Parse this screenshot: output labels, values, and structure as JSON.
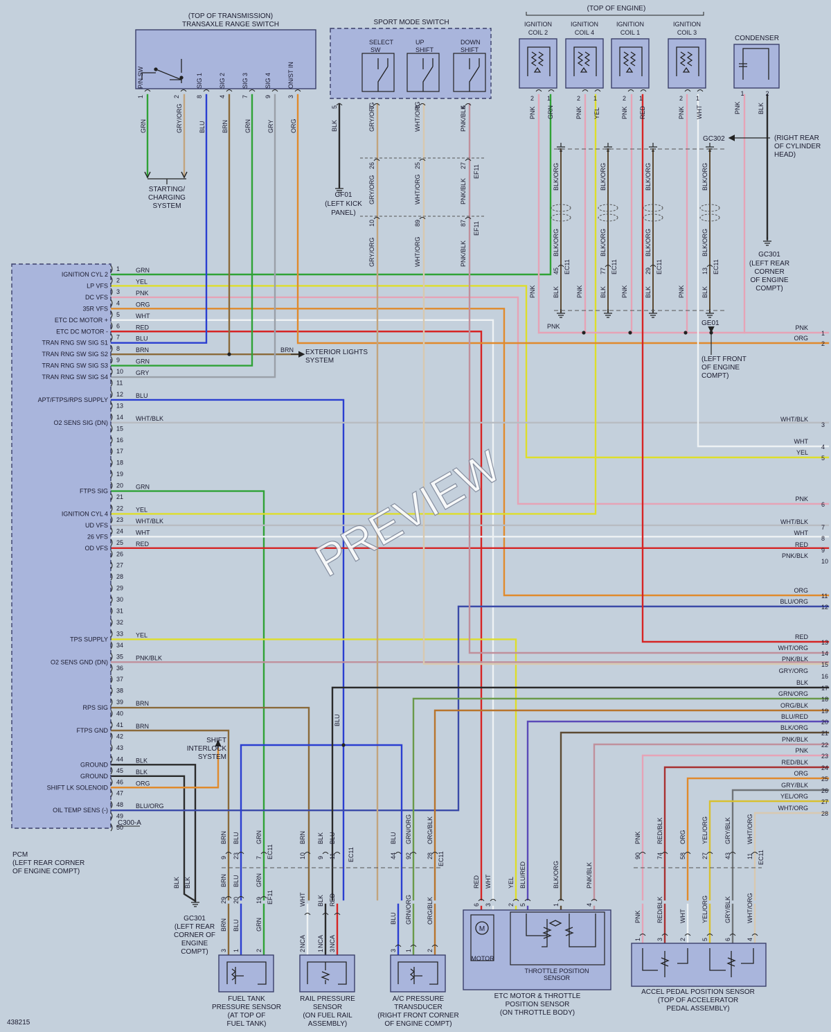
{
  "diagram_id": "438215",
  "watermark": "PREVIEW",
  "top_of_engine": "(TOP OF ENGINE)",
  "trs": {
    "title_line1": "(TOP OF TRANSMISSION)",
    "title_line2": "TRANSAXLE RANGE SWITCH",
    "pins": [
      {
        "pin": "1",
        "name": "P/N SW",
        "color": "GRN"
      },
      {
        "pin": "2",
        "name": "",
        "color": "GRY/ORG"
      },
      {
        "pin": "8",
        "name": "SIG 1",
        "color": "BLU"
      },
      {
        "pin": "4",
        "name": "SIG 2",
        "color": "BRN"
      },
      {
        "pin": "7",
        "name": "SIG 3",
        "color": "GRN"
      },
      {
        "pin": "9",
        "name": "SIG 4",
        "color": "GRY"
      },
      {
        "pin": "3",
        "name": "ON/ST IN",
        "color": "ORG"
      }
    ]
  },
  "starting_system": [
    "STARTING/",
    "CHARGING",
    "SYSTEM"
  ],
  "sport": {
    "title": "SPORT MODE SWITCH",
    "select": [
      "SELECT",
      "SW"
    ],
    "up": [
      "UP",
      "SHIFT"
    ],
    "down": [
      "DOWN",
      "SHIFT"
    ],
    "pins": [
      {
        "pin": "5",
        "color": "BLK"
      },
      {
        "pin": "7",
        "color": "GRY/ORG",
        "ef": "26",
        "pcm": "10"
      },
      {
        "pin": "8",
        "color": "WHT/ORG",
        "ef": "25",
        "pcm": "89"
      },
      {
        "pin": "6",
        "color": "PNK/BLK",
        "ef": "27",
        "pcm": "87"
      }
    ],
    "ef_label": "EF11"
  },
  "gf01": [
    "GF01",
    "(LEFT KICK",
    "PANEL)"
  ],
  "coils": [
    {
      "title": [
        "IGNITION",
        "COIL 2"
      ],
      "c1": "PNK",
      "c2": "GRN",
      "pin": "45"
    },
    {
      "title": [
        "IGNITION",
        "COIL 4"
      ],
      "c1": "PNK",
      "c2": "YEL",
      "pin": "77"
    },
    {
      "title": [
        "IGNITION",
        "COIL 1"
      ],
      "c1": "PNK",
      "c2": "RED",
      "pin": "29"
    },
    {
      "title": [
        "IGNITION",
        "COIL 3"
      ],
      "c1": "PNK",
      "c2": "WHT",
      "pin": "13"
    }
  ],
  "coil_ground_color": "BLK/ORG",
  "coil_ground_blk": "BLK",
  "ec11": "EC11",
  "condenser": {
    "title": "CONDENSER",
    "c1": "PNK",
    "c2": "BLK"
  },
  "gc302": {
    "label": "GC302",
    "desc": [
      "(RIGHT REAR",
      "OF CYLINDER",
      "HEAD)"
    ]
  },
  "gc301_top": [
    "GC301",
    "(LEFT REAR",
    "CORNER",
    "OF ENGINE",
    "COMPT)"
  ],
  "ge01": {
    "label": "GE01",
    "desc": [
      "(LEFT FRONT",
      "OF ENGINE",
      "COMPT)"
    ],
    "pnk": "PNK"
  },
  "exterior_lights": [
    "EXTERIOR LIGHTS",
    "SYSTEM"
  ],
  "exterior_color": "BRN",
  "pcm": {
    "title": [
      "PCM",
      "(LEFT REAR CORNER",
      "OF ENGINE COMPT)"
    ],
    "connector": "C300-A",
    "pins": [
      {
        "n": "1",
        "name": "IGNITION CYL 2",
        "color": "GRN"
      },
      {
        "n": "2",
        "name": "LP VFS",
        "color": "YEL"
      },
      {
        "n": "3",
        "name": "DC VFS",
        "color": "PNK"
      },
      {
        "n": "4",
        "name": "35R VFS",
        "color": "ORG"
      },
      {
        "n": "5",
        "name": "ETC DC MOTOR +",
        "color": "WHT"
      },
      {
        "n": "6",
        "name": "ETC DC MOTOR -",
        "color": "RED"
      },
      {
        "n": "7",
        "name": "TRAN RNG SW SIG S1",
        "color": "BLU"
      },
      {
        "n": "8",
        "name": "TRAN RNG SW SIG S2",
        "color": "BRN"
      },
      {
        "n": "9",
        "name": "TRAN RNG SW SIG S3",
        "color": "GRN"
      },
      {
        "n": "10",
        "name": "TRAN RNG SW SIG S4",
        "color": "GRY"
      },
      {
        "n": "11",
        "name": "",
        "color": ""
      },
      {
        "n": "12",
        "name": "APT/FTPS/RPS SUPPLY",
        "color": "BLU"
      },
      {
        "n": "13",
        "name": "",
        "color": ""
      },
      {
        "n": "14",
        "name": "O2 SENS SIG (DN)",
        "color": "WHT/BLK"
      },
      {
        "n": "15",
        "name": "",
        "color": ""
      },
      {
        "n": "16",
        "name": "",
        "color": ""
      },
      {
        "n": "17",
        "name": "",
        "color": ""
      },
      {
        "n": "18",
        "name": "",
        "color": ""
      },
      {
        "n": "19",
        "name": "",
        "color": ""
      },
      {
        "n": "20",
        "name": "FTPS SIG",
        "color": "GRN"
      },
      {
        "n": "21",
        "name": "",
        "color": ""
      },
      {
        "n": "22",
        "name": "IGNITION CYL 4",
        "color": "YEL"
      },
      {
        "n": "23",
        "name": "UD VFS",
        "color": "WHT/BLK"
      },
      {
        "n": "24",
        "name": "26 VFS",
        "color": "WHT"
      },
      {
        "n": "25",
        "name": "OD VFS",
        "color": "RED"
      },
      {
        "n": "26",
        "name": "",
        "color": ""
      },
      {
        "n": "27",
        "name": "",
        "color": ""
      },
      {
        "n": "28",
        "name": "",
        "color": ""
      },
      {
        "n": "29",
        "name": "",
        "color": ""
      },
      {
        "n": "30",
        "name": "",
        "color": ""
      },
      {
        "n": "31",
        "name": "",
        "color": ""
      },
      {
        "n": "32",
        "name": "",
        "color": ""
      },
      {
        "n": "33",
        "name": "TPS SUPPLY",
        "color": "YEL"
      },
      {
        "n": "34",
        "name": "",
        "color": ""
      },
      {
        "n": "35",
        "name": "O2 SENS GND (DN)",
        "color": "PNK/BLK"
      },
      {
        "n": "36",
        "name": "",
        "color": ""
      },
      {
        "n": "37",
        "name": "",
        "color": ""
      },
      {
        "n": "38",
        "name": "",
        "color": ""
      },
      {
        "n": "39",
        "name": "RPS SIG",
        "color": "BRN"
      },
      {
        "n": "40",
        "name": "",
        "color": ""
      },
      {
        "n": "41",
        "name": "FTPS GND",
        "color": "BRN"
      },
      {
        "n": "42",
        "name": "",
        "color": ""
      },
      {
        "n": "43",
        "name": "",
        "color": ""
      },
      {
        "n": "44",
        "name": "GROUND",
        "color": "BLK"
      },
      {
        "n": "45",
        "name": "GROUND",
        "color": "BLK"
      },
      {
        "n": "46",
        "name": "SHIFT LK SOLENOID",
        "color": "ORG"
      },
      {
        "n": "47",
        "name": "",
        "color": ""
      },
      {
        "n": "48",
        "name": "OIL TEMP SENS (-)",
        "color": "BLU/ORG"
      },
      {
        "n": "49",
        "name": "",
        "color": ""
      },
      {
        "n": "50",
        "name": "",
        "color": ""
      }
    ]
  },
  "shift_interlock": [
    "SHIFT",
    "INTERLOCK",
    "SYSTEM"
  ],
  "right_edge": [
    {
      "n": "1",
      "color": "PNK"
    },
    {
      "n": "2",
      "color": "ORG"
    },
    {
      "n": "3",
      "color": "WHT/BLK"
    },
    {
      "n": "4",
      "color": "WHT"
    },
    {
      "n": "5",
      "color": "YEL"
    },
    {
      "n": "6",
      "color": "PNK"
    },
    {
      "n": "7",
      "color": "WHT/BLK"
    },
    {
      "n": "8",
      "color": "WHT"
    },
    {
      "n": "9",
      "color": "RED"
    },
    {
      "n": "10",
      "color": "PNK/BLK"
    },
    {
      "n": "11",
      "color": "ORG"
    },
    {
      "n": "12",
      "color": "BLU/ORG"
    },
    {
      "n": "13",
      "color": "RED"
    },
    {
      "n": "14",
      "color": "WHT/ORG"
    },
    {
      "n": "15",
      "color": "PNK/BLK"
    },
    {
      "n": "16",
      "color": "GRY/ORG"
    },
    {
      "n": "17",
      "color": "BLK"
    },
    {
      "n": "18",
      "color": "GRN/ORG"
    },
    {
      "n": "19",
      "color": "ORG/BLK"
    },
    {
      "n": "20",
      "color": "BLU/RED"
    },
    {
      "n": "21",
      "color": "BLK/ORG"
    },
    {
      "n": "22",
      "color": "PNK/BLK"
    },
    {
      "n": "23",
      "color": "PNK"
    },
    {
      "n": "24",
      "color": "RED/BLK"
    },
    {
      "n": "25",
      "color": "ORG"
    },
    {
      "n": "26",
      "color": "GRY/BLK"
    },
    {
      "n": "27",
      "color": "YEL/ORG"
    },
    {
      "n": "28",
      "color": "WHT/ORG"
    }
  ],
  "gc301_bottom": [
    "GC301",
    "(LEFT REAR",
    "CORNER OF",
    "ENGINE",
    "COMPT)"
  ],
  "bottom_blk": [
    "BLK",
    "BLK"
  ],
  "fuel_tank": {
    "title": [
      "FUEL TANK",
      "PRESSURE SENSOR",
      "(AT TOP OF",
      "FUEL TANK)"
    ],
    "wires": [
      {
        "pcm": "9",
        "ec": "29",
        "pin": "3",
        "color": "BRN"
      },
      {
        "pcm": "23",
        "ec": "20",
        "pin": "1",
        "color": "BLU"
      },
      {
        "pcm": "7",
        "ec": "19",
        "pin": "2",
        "color": "GRN"
      }
    ],
    "connectors": [
      "EC11",
      "EF11"
    ]
  },
  "rail_pressure": {
    "title": [
      "RAIL PRESSURE",
      "SENSOR",
      "(ON FUEL RAIL",
      "ASSEMBLY)"
    ],
    "wires": [
      {
        "pcm": "10",
        "pin": "2",
        "color": "BRN",
        "low": "WHT",
        "nca": "NCA"
      },
      {
        "pcm": "9",
        "pin": "1",
        "color": "BLK",
        "low": "BLK",
        "nca": "NCA"
      },
      {
        "pcm": "11",
        "pin": "3",
        "color": "BLU",
        "low": "RED",
        "nca": "NCA"
      }
    ],
    "connector": "EC11",
    "blu_vertical": "BLU"
  },
  "ac_pressure": {
    "title": [
      "A/C PRESSURE",
      "TRANSDUCER",
      "(RIGHT FRONT CORNER",
      "OF ENGINE COMPT)"
    ],
    "wires": [
      {
        "pcm": "44",
        "pin": "3",
        "color": "BLU"
      },
      {
        "pcm": "92",
        "pin": "1",
        "color": "GRN/ORG"
      },
      {
        "pcm": "28",
        "pin": "2",
        "color": "ORG/BLK"
      }
    ],
    "connector": "EC11"
  },
  "etc": {
    "title": [
      "ETC MOTOR & THROTTLE",
      "POSITION SENSOR",
      "(ON THROTTLE BODY)"
    ],
    "motor": "MOTOR",
    "m": "M",
    "tps": [
      "THROTTLE POSITION",
      "SENSOR"
    ],
    "wires": [
      {
        "pin": "6",
        "color": "RED"
      },
      {
        "pin": "3",
        "color": "WHT"
      },
      {
        "pin": "2",
        "color": "YEL"
      },
      {
        "pin": "5",
        "color": "BLU/RED"
      },
      {
        "pin": "1",
        "color": "BLK/ORG"
      },
      {
        "pin": "4",
        "color": "PNK/BLK"
      }
    ]
  },
  "accel": {
    "title": [
      "ACCEL PEDAL POSITION SENSOR",
      "(TOP OF ACCELERATOR",
      "PEDAL ASSEMBLY)"
    ],
    "wires": [
      {
        "pcm": "90",
        "pin": "1",
        "color": "PNK",
        "low": "PNK"
      },
      {
        "pcm": "74",
        "pin": "3",
        "color": "RED/BLK",
        "low": "RED/BLK"
      },
      {
        "pcm": "58",
        "pin": "2",
        "color": "ORG",
        "low": "WHT"
      },
      {
        "pcm": "27",
        "pin": "5",
        "color": "YEL/ORG",
        "low": "YEL/ORG"
      },
      {
        "pcm": "43",
        "pin": "6",
        "color": "GRY/BLK",
        "low": "GRY/BLK"
      },
      {
        "pcm": "11",
        "pin": "4",
        "color": "WHT/ORG",
        "low": "WHT/ORG"
      }
    ],
    "connector": "EC11"
  },
  "colors": {
    "GRN": "#2fa236",
    "YEL": "#dede2a",
    "PNK": "#e6a3b6",
    "ORG": "#e08a2c",
    "WHT": "#eef2f4",
    "RED": "#d62424",
    "BLU": "#2a3ed0",
    "BRN": "#8a6a3a",
    "GRY": "#9aa0a8",
    "BLK": "#2a2a2a",
    "WHT/BLK": "#b8bcc2",
    "PNK/BLK": "#c0909c",
    "BLU/ORG": "#3a4aa8",
    "WHT/ORG": "#d8c9b0",
    "GRY/ORG": "#c2a47e",
    "GRN/ORG": "#6a9a4a",
    "ORG/BLK": "#b8742c",
    "BLU/RED": "#5a4ab8",
    "BLK/ORG": "#5c4a32",
    "RED/BLK": "#a83030",
    "GRY/BLK": "#707478",
    "YEL/ORG": "#d8c030",
    "GRY/ORG2": "#b89c76",
    "GRN/ORG2": "#6a9a4a"
  }
}
